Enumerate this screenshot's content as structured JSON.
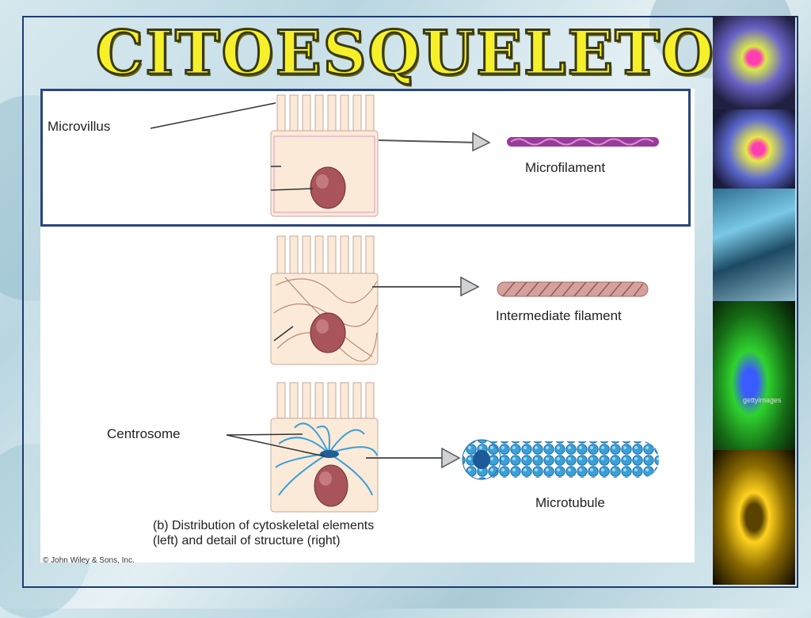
{
  "slide": {
    "title": "CITOESQUELETO"
  },
  "diagram": {
    "labels": {
      "microvillus": "Microvillus",
      "microfilament": "Microfilament",
      "intermediate_filament": "Intermediate filament",
      "centrosome": "Centrosome",
      "microtubule": "Microtubule"
    },
    "caption_line1": "(b) Distribution of cytoskeletal elements",
    "caption_line2": "(left) and detail of structure (right)",
    "copyright": "© John Wiley & Sons, Inc."
  },
  "colors": {
    "title_fill": "#f6f02a",
    "frame_border": "#1f3b73",
    "microfilament": "#9b3a9a",
    "intermediate_filament": "#c98888",
    "microtubule": "#3aa0d8",
    "cell_fill": "#fbead8",
    "nucleus": "#a8545a"
  },
  "side_images": [
    {
      "name": "cell-fluorescence-image-1"
    },
    {
      "name": "cell-fluorescence-image-2"
    },
    {
      "name": "filament-3d-image"
    },
    {
      "name": "green-cytoskeleton-image"
    },
    {
      "name": "gold-cytoskeleton-image"
    }
  ],
  "watermark": "gettyimages"
}
